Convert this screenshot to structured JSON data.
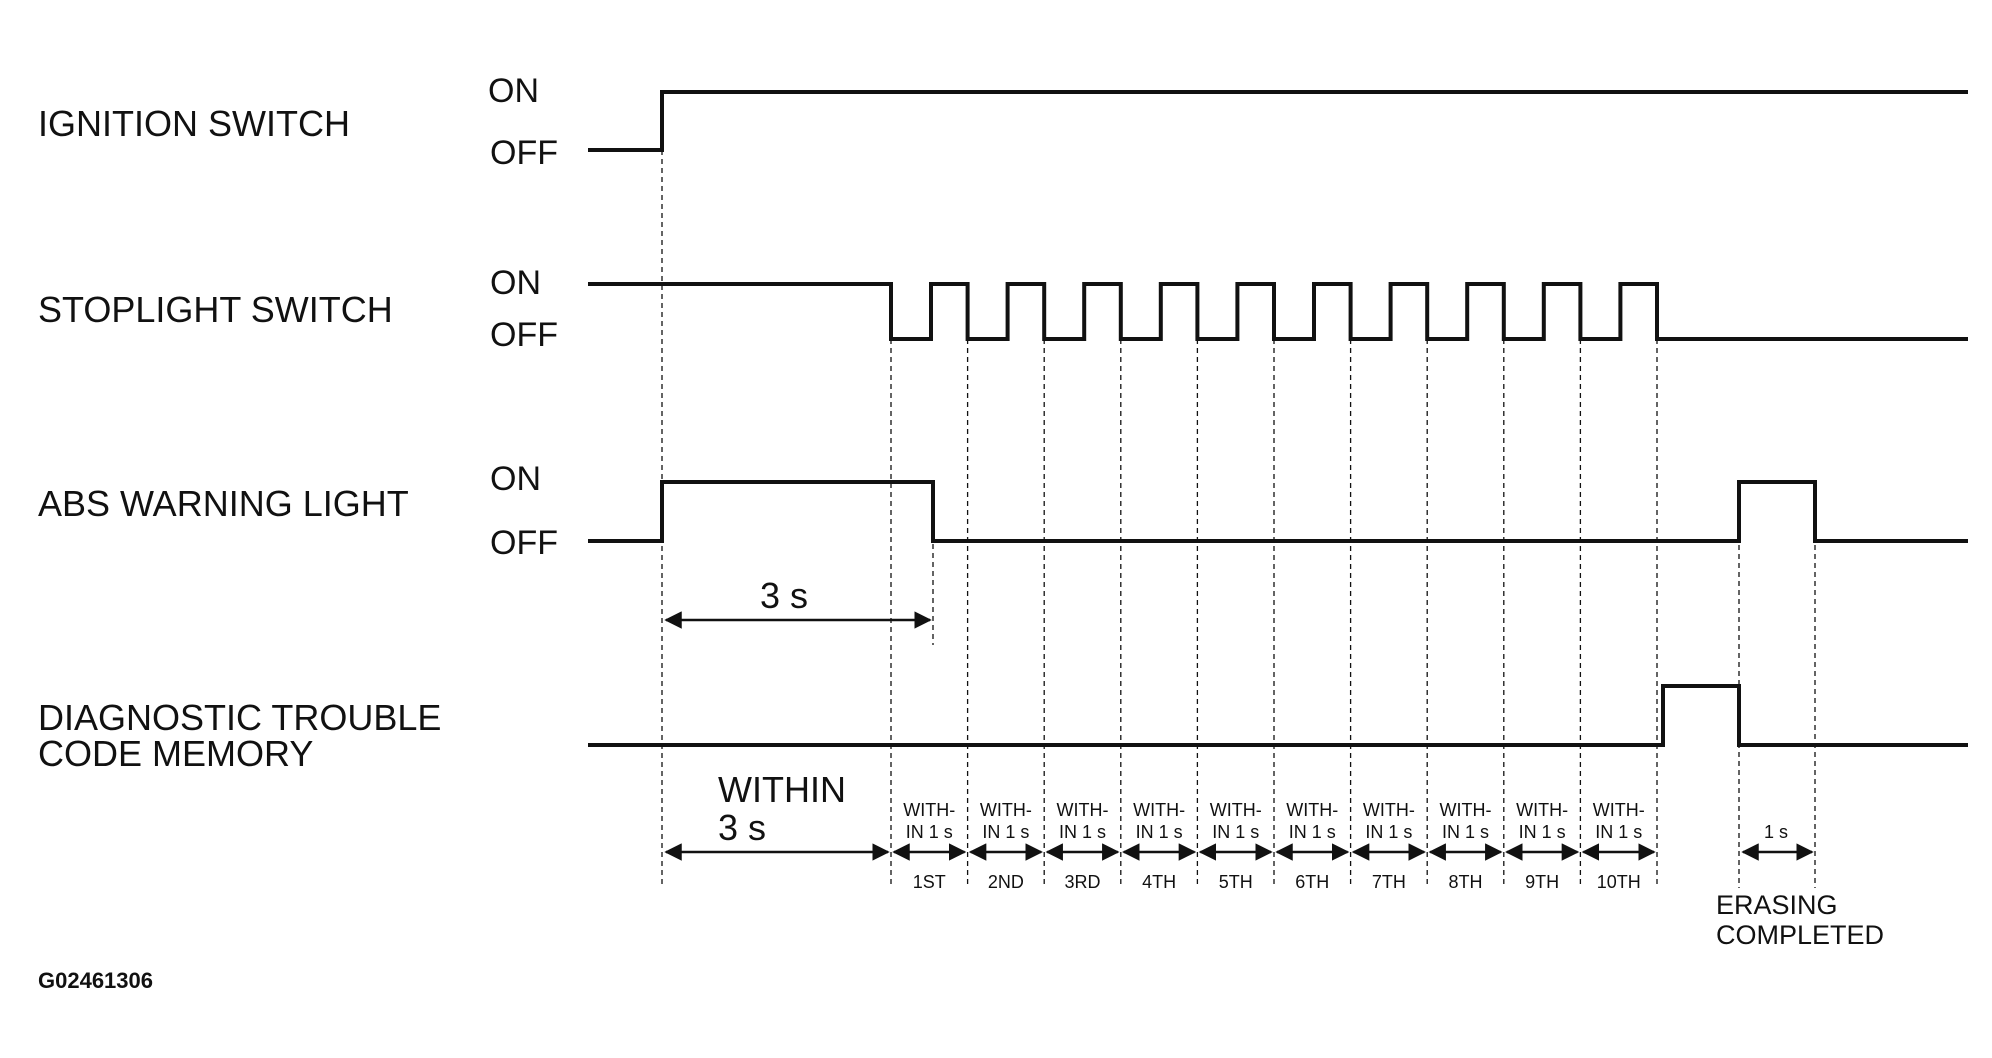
{
  "signals": [
    {
      "id": "ignition",
      "label_lines": [
        "IGNITION SWITCH"
      ],
      "on": "ON",
      "off": "OFF"
    },
    {
      "id": "stoplight",
      "label_lines": [
        "STOPLIGHT SWITCH"
      ],
      "on": "ON",
      "off": "OFF"
    },
    {
      "id": "abs",
      "label_lines": [
        "ABS WARNING LIGHT"
      ],
      "on": "ON",
      "off": "OFF"
    },
    {
      "id": "dtc",
      "label_lines": [
        "DIAGNOSTIC TROUBLE",
        "CODE MEMORY"
      ]
    }
  ],
  "timing": {
    "abs_on_duration": "3 s",
    "within_3s_lines": [
      "WITHIN",
      "3 s"
    ],
    "within_1s_lines": [
      "WITH-",
      "IN 1 s"
    ],
    "erase_duration": "1 s",
    "erasing_lines": [
      "ERASING",
      "COMPLETED"
    ]
  },
  "press_labels": [
    "1ST",
    "2ND",
    "3RD",
    "4TH",
    "5TH",
    "6TH",
    "7TH",
    "8TH",
    "9TH",
    "10TH"
  ],
  "figure_id": "G02461306"
}
